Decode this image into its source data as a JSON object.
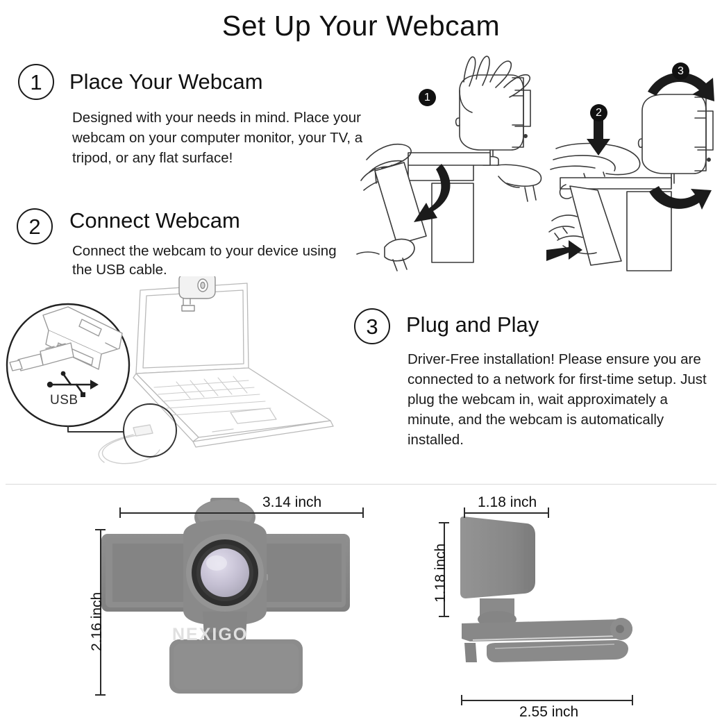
{
  "page": {
    "title": "Set Up Your Webcam",
    "background": "#ffffff",
    "brand": "NEXIGO"
  },
  "steps": [
    {
      "number": "1",
      "heading": "Place Your Webcam",
      "body": "Designed with your needs in mind. Place your webcam on your computer monitor, your TV, a tripod, or any flat surface!"
    },
    {
      "number": "2",
      "heading": "Connect Webcam",
      "body": "Connect the webcam to your device using the USB cable."
    },
    {
      "number": "3",
      "heading": "Plug and Play",
      "body": "Driver-Free installation! Please ensure you are connected to a network for first-time setup. Just plug the webcam in, wait approximately a minute, and the webcam is automatically installed."
    }
  ],
  "illustration": {
    "markers": [
      "1",
      "2",
      "3"
    ],
    "usb_label": "USB",
    "icons": {
      "usb": "usb-trident-icon",
      "hand_left": "hand-icon",
      "monitor": "monitor-icon",
      "laptop": "laptop-icon",
      "webcam": "webcam-icon",
      "arrow_rotate": "curved-arrow-icon",
      "arrow_press": "down-arrow-icon",
      "arrow_push": "right-arrow-icon"
    }
  },
  "dimensions": {
    "front_view": {
      "name": "front-view",
      "width_label": "3.14 inch",
      "height_label": "2.16 inch",
      "logo": "NEXIGO"
    },
    "side_view": {
      "name": "side-view",
      "width_label": "1.18 inch",
      "height_label": "1.18 inch",
      "depth_label": "2.55 inch"
    },
    "unit": "inch"
  },
  "colors": {
    "body_gray": "#8c8c8c",
    "body_gray_dark": "#767676",
    "lens_ring": "#2e2e2e",
    "lens_glass": "#c9c4d6",
    "line_art": "#3a3a3a",
    "divider": "#d9d9d9",
    "text": "#111111",
    "led_green": "#7fbf6a",
    "led_red": "#d96a6a"
  }
}
